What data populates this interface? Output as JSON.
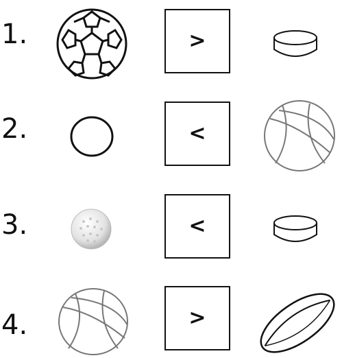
{
  "rows": [
    {
      "number": "1.",
      "left_icon": "soccer-ball-icon",
      "symbol": ">",
      "right_icon": "hockey-puck-icon"
    },
    {
      "number": "2.",
      "left_icon": "ring-icon",
      "symbol": "<",
      "right_icon": "basketball-icon"
    },
    {
      "number": "3.",
      "left_icon": "golf-ball-icon",
      "symbol": "<",
      "right_icon": "hockey-puck-icon"
    },
    {
      "number": "4.",
      "left_icon": "basketball-icon",
      "symbol": ">",
      "right_icon": "rugby-ball-icon"
    }
  ]
}
